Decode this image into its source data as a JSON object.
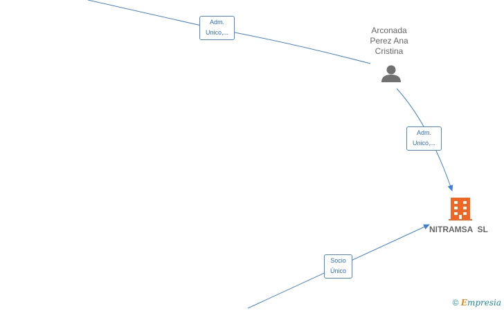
{
  "nodes": {
    "person": {
      "name_lines": [
        "Arconada",
        "Perez Ana",
        "Cristina"
      ],
      "icon": "person-icon"
    },
    "company": {
      "name": "NITRAMSA  SL",
      "icon": "building-icon",
      "color": "#f26522"
    }
  },
  "edges": {
    "top": {
      "label_lines": [
        "Adm.",
        "Unico,..."
      ]
    },
    "right": {
      "label_lines": [
        "Adm.",
        "Unico,..."
      ]
    },
    "bottom": {
      "label_lines": [
        "Socio",
        "Único"
      ]
    }
  },
  "colors": {
    "edge": "#3f7fd8",
    "label_text": "#2b6cc4",
    "node_text": "#666666",
    "person_icon": "#707070"
  },
  "watermark": {
    "symbol": "©",
    "brand_first": "E",
    "brand_rest": "mpresia"
  }
}
